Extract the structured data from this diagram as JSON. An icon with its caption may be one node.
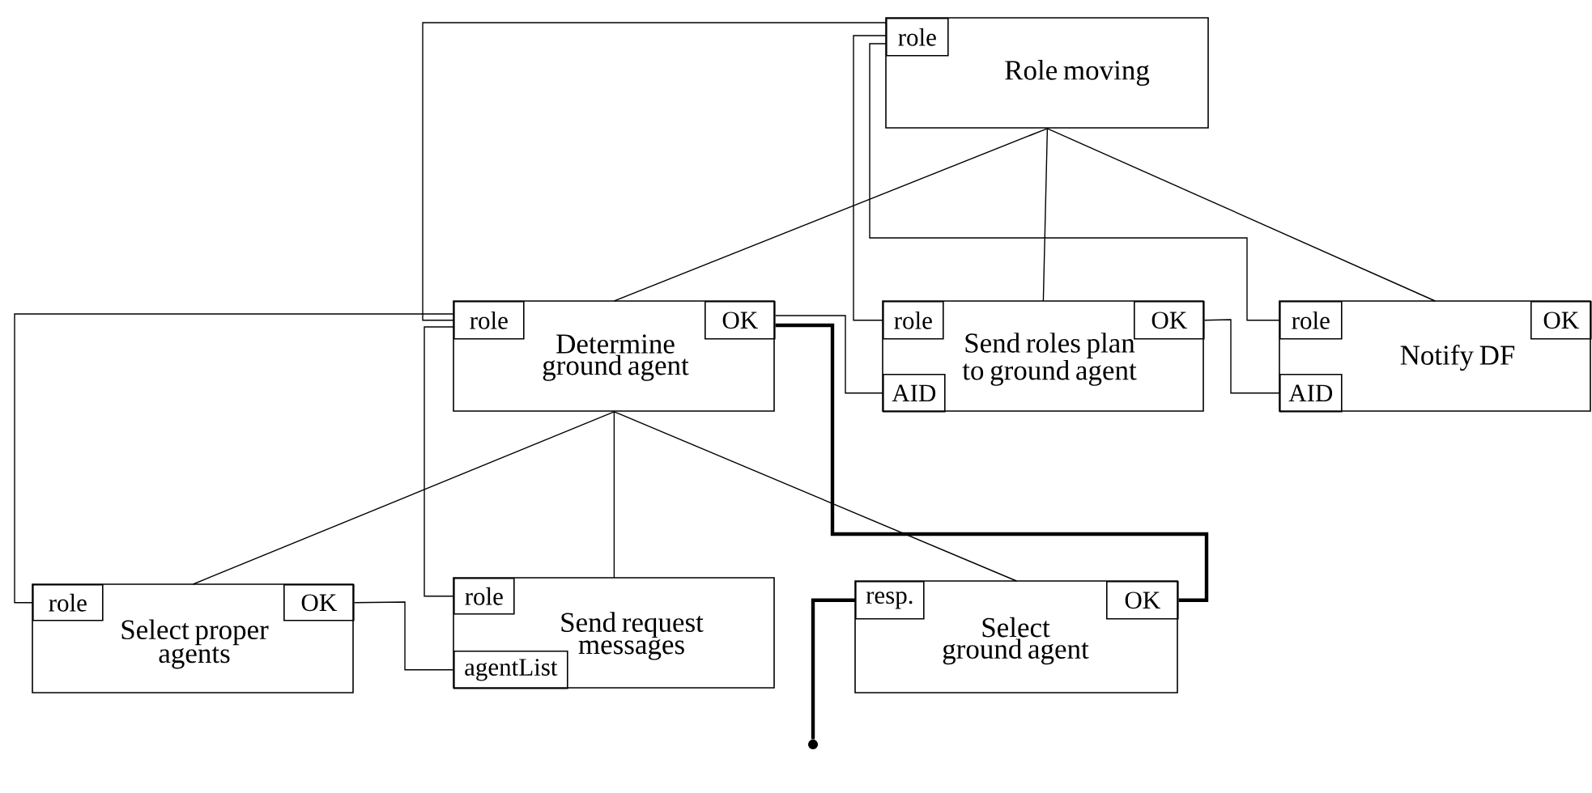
{
  "diagram": {
    "nodes": [
      {
        "text": [
          "Role moving"
        ]
      },
      {
        "text": [
          "role"
        ],
        "in": 0
      },
      {
        "text": [
          "Determine ground agent"
        ]
      },
      {
        "text": [
          "role"
        ],
        "in": 2
      },
      {
        "text": [
          "OK"
        ],
        "in": 2
      },
      {
        "text": [
          "Send roles plan to ground agent"
        ]
      },
      {
        "text": [
          "role"
        ],
        "in": 5
      },
      {
        "text": [
          "OK"
        ],
        "in": 5
      },
      {
        "text": [
          "AID"
        ],
        "in": 5
      },
      {
        "text": [
          "Notify DF"
        ]
      },
      {
        "text": [
          "role"
        ],
        "in": 9
      },
      {
        "text": [
          "OK"
        ],
        "in": 9
      },
      {
        "text": [
          "AID"
        ],
        "in": 9
      },
      {
        "text": [
          "Select proper agents"
        ]
      },
      {
        "text": [
          "role"
        ],
        "in": 13
      },
      {
        "text": [
          "OK"
        ],
        "in": 13
      },
      {
        "text": [
          "Send request messages"
        ]
      },
      {
        "text": [
          "role"
        ],
        "in": 16
      },
      {
        "text": [
          "agentList"
        ],
        "in": 16
      },
      {
        "text": [
          "Select ground agent"
        ]
      },
      {
        "text": [
          "resp."
        ],
        "in": 19
      },
      {
        "text": [
          "OK"
        ],
        "in": 19
      },
      {
        "text": [],
        "shape": "circle"
      }
    ],
    "edges": [
      {
        "from": 0,
        "to": 2,
        "arrow": "none"
      },
      {
        "from": 0,
        "to": 5,
        "arrow": "none"
      },
      {
        "from": 0,
        "to": 9,
        "arrow": "none"
      },
      {
        "from": 2,
        "to": 13,
        "arrow": "none"
      },
      {
        "from": 2,
        "to": 16,
        "arrow": "none"
      },
      {
        "from": 2,
        "to": 19,
        "arrow": "none"
      },
      {
        "from": 1,
        "to": 3,
        "arrow": "none"
      },
      {
        "from": 1,
        "to": 6,
        "arrow": "none"
      },
      {
        "from": 1,
        "to": 10,
        "arrow": "none"
      },
      {
        "from": 3,
        "to": 14,
        "arrow": "none"
      },
      {
        "from": 3,
        "to": 17,
        "arrow": "none"
      },
      {
        "from": 4,
        "to": 8,
        "arrow": "none"
      },
      {
        "from": 4,
        "to": 21,
        "arrow": "none",
        "style": "thick"
      },
      {
        "from": 7,
        "to": 12,
        "arrow": "none"
      },
      {
        "from": 15,
        "to": 18,
        "arrow": "none"
      },
      {
        "from": 20,
        "to": 22,
        "arrow": "none",
        "style": "thick"
      }
    ]
  }
}
